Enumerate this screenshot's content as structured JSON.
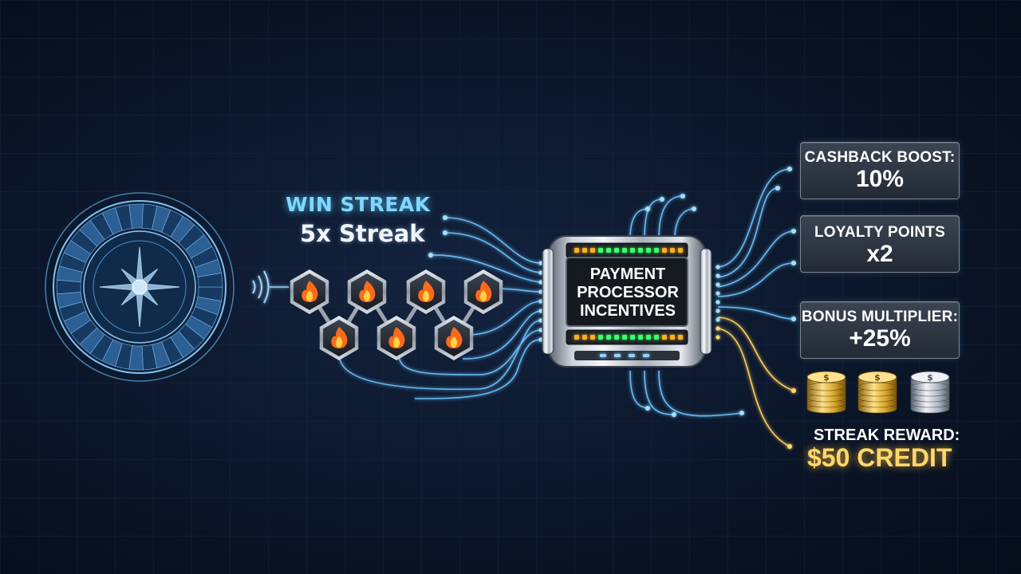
{
  "win_streak": {
    "title": "WIN STREAK",
    "subtitle": "5x Streak"
  },
  "processor": {
    "lines": [
      "PAYMENT",
      "PROCESSOR",
      "INCENTIVES"
    ]
  },
  "rewards": {
    "cashback": {
      "label": "CASHBACK BOOST:",
      "value": "10%"
    },
    "loyalty": {
      "label": "LOYALTY POINTS",
      "value": "x2"
    },
    "bonus": {
      "label": "BONUS MULTIPLIER:",
      "value": "+25%"
    },
    "streak_reward": {
      "label": "STREAK REWARD:",
      "value": "$50 CREDIT"
    }
  },
  "streak_badges": {
    "count": 7,
    "icon": "flame-icon"
  },
  "coins": {
    "stacks": [
      "gold",
      "gold",
      "silver"
    ],
    "icon": "dollar-coin-icon"
  },
  "wheel": {
    "icon": "roulette-wheel-icon"
  },
  "colors": {
    "accent": "#5ec8ff",
    "gold": "#ffd76a",
    "flame": "#ff6a1a",
    "led_green": "#3cff6a",
    "led_orange": "#ffb020"
  }
}
